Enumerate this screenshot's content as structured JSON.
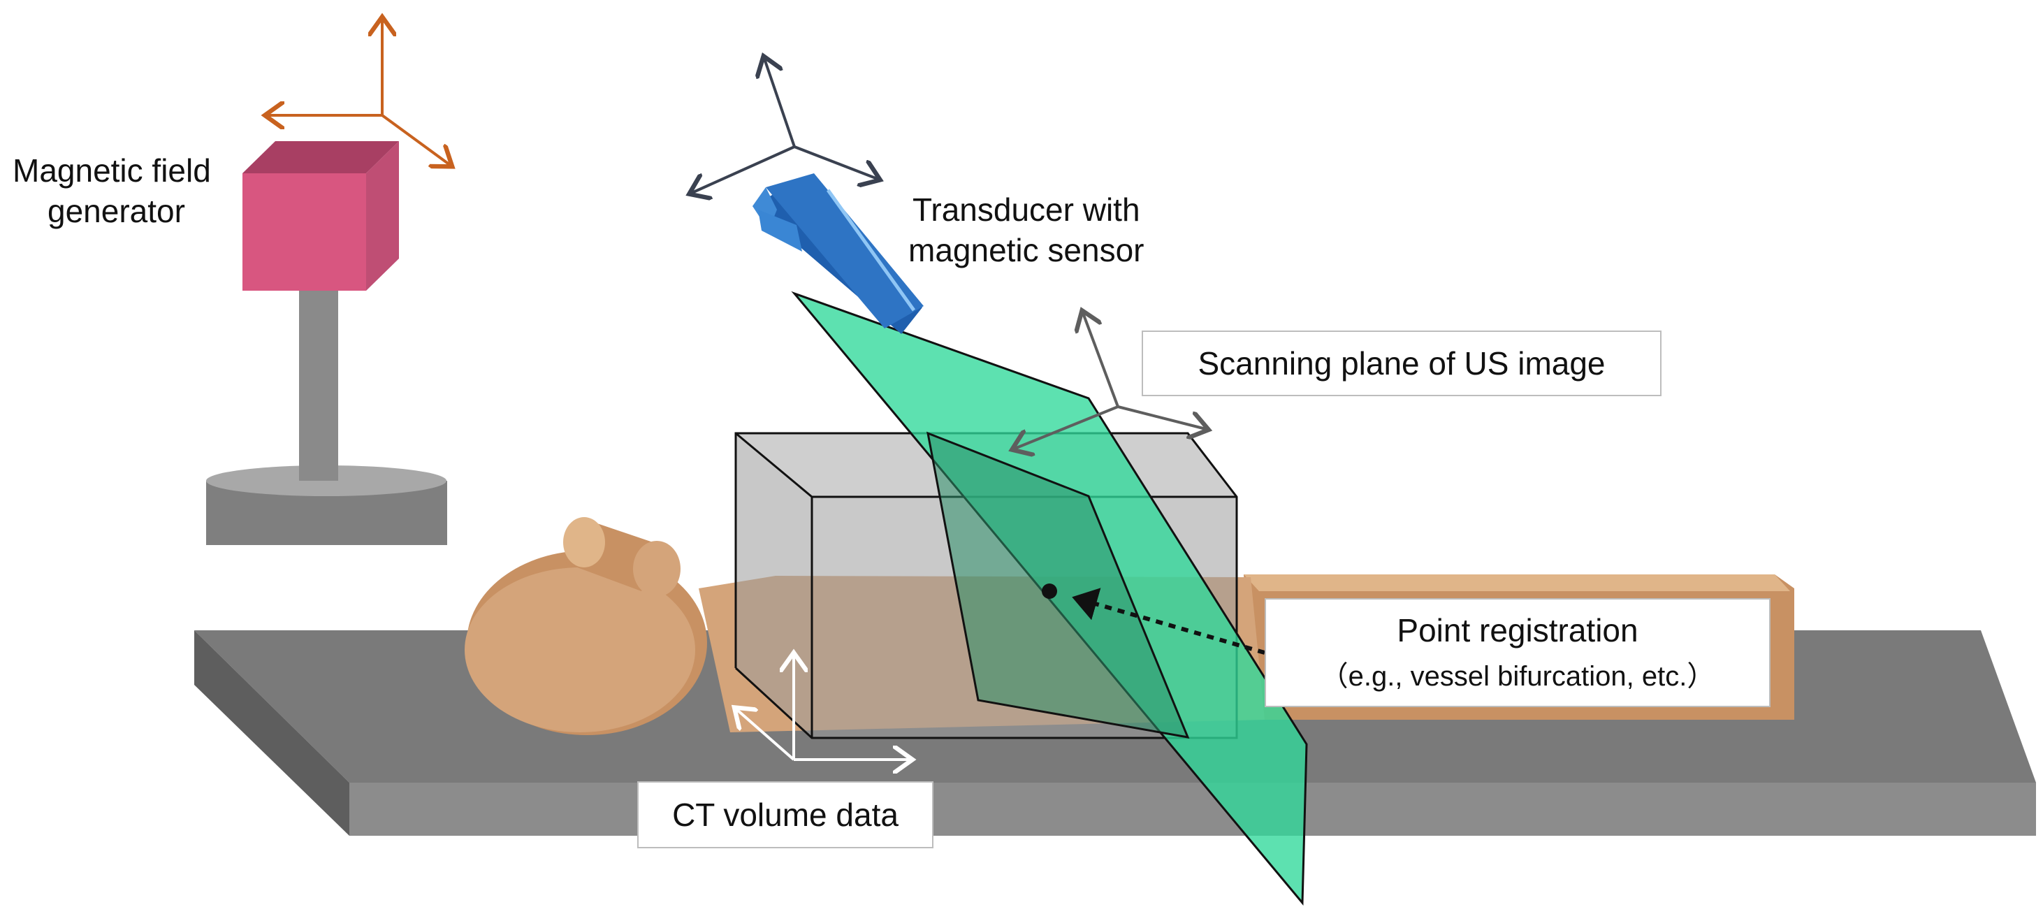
{
  "labels": {
    "magnetic_field_generator_line1": "Magnetic field",
    "magnetic_field_generator_line2": "generator",
    "transducer_line1": "Transducer with",
    "transducer_line2": "magnetic sensor",
    "scanning_plane": "Scanning plane of US image",
    "point_registration_title": "Point registration",
    "point_registration_detail": "（e.g., vessel bifurcation, etc.）",
    "ct_volume": "CT volume data"
  },
  "colors": {
    "generator_axes": "#c8621f",
    "generator_cube": "#d85680",
    "transducer": "#2e74c4",
    "transducer_axes": "#3a4150",
    "scan_plane": "#2fd89a",
    "scan_plane_axes": "#5e5e5e",
    "table": "#6d6d6d",
    "patient": "#d4a47a",
    "ct_volume": "#8f8f8f",
    "ct_axes": "#ffffff"
  },
  "icons": [
    "coordinate-axes-icon",
    "magnetic-field-generator-icon",
    "transducer-icon",
    "patient-figure-icon"
  ]
}
